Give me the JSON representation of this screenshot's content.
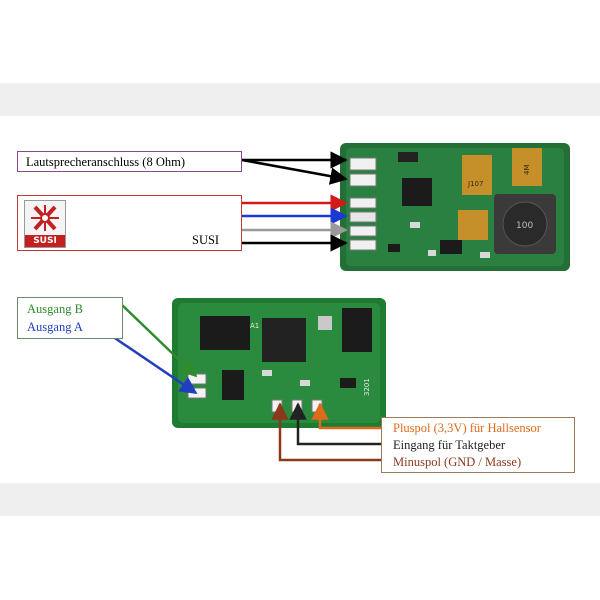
{
  "diagram": {
    "speaker_label": "Lautsprecheranschluss (8 Ohm)",
    "susi_label": "SUSI",
    "susi_logo_text": "SUSI",
    "output_b": "Ausgang B",
    "output_a": "Ausgang A",
    "plus_label": "Pluspol (3,3V) für Hallsensor",
    "clock_label": "Eingang für Taktgeber",
    "minus_label": "Minuspol (GND / Masse)",
    "chip_marks": {
      "cap_1": "J107",
      "cap_2": "4M",
      "inductor": "100",
      "board_1": "A1",
      "board_2": "3201"
    }
  },
  "colors": {
    "background_band": "#efefef",
    "pcb_green": "#1f7a32",
    "output_b": "#2e8b2e",
    "output_a": "#1f3fbf",
    "plus": "#e06a1c",
    "clock": "#222222",
    "minus": "#8a3a1a",
    "susi_box_border": "#c43a3a",
    "speaker_box_border": "#8a4a8a",
    "wire_red": "#d21a1a",
    "wire_blue": "#1a3ad2",
    "wire_gray": "#9a9a9a",
    "wire_black": "#000000"
  }
}
